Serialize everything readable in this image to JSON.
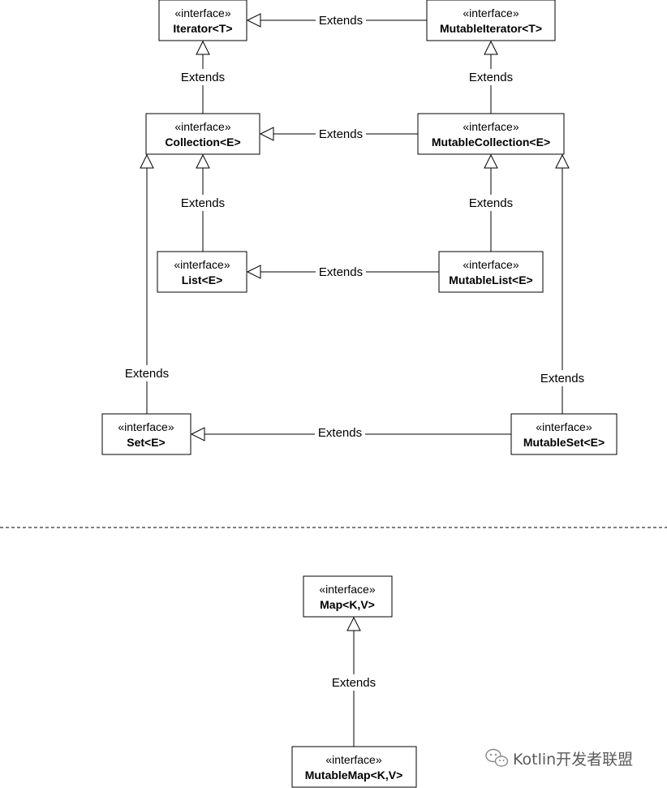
{
  "interfaces": {
    "iterator": {
      "stereotype": "«interface»",
      "name": "Iterator<T>"
    },
    "mutable_iterator": {
      "stereotype": "«interface»",
      "name": "MutableIterator<T>"
    },
    "collection": {
      "stereotype": "«interface»",
      "name": "Collection<E>"
    },
    "mutable_collection": {
      "stereotype": "«interface»",
      "name": "MutableCollection<E>"
    },
    "list": {
      "stereotype": "«interface»",
      "name": "List<E>"
    },
    "mutable_list": {
      "stereotype": "«interface»",
      "name": "MutableList<E>"
    },
    "set": {
      "stereotype": "«interface»",
      "name": "Set<E>"
    },
    "mutable_set": {
      "stereotype": "«interface»",
      "name": "MutableSet<E>"
    },
    "map": {
      "stereotype": "«interface»",
      "name": "Map<K,V>"
    },
    "mutable_map": {
      "stereotype": "«interface»",
      "name": "MutableMap<K,V>"
    }
  },
  "edges": [
    {
      "from": "mutable_iterator",
      "to": "iterator",
      "label": "Extends"
    },
    {
      "from": "collection",
      "to": "iterator",
      "label": "Extends"
    },
    {
      "from": "mutable_collection",
      "to": "mutable_iterator",
      "label": "Extends"
    },
    {
      "from": "mutable_collection",
      "to": "collection",
      "label": "Extends"
    },
    {
      "from": "list",
      "to": "collection",
      "label": "Extends"
    },
    {
      "from": "mutable_list",
      "to": "mutable_collection",
      "label": "Extends"
    },
    {
      "from": "mutable_list",
      "to": "list",
      "label": "Extends"
    },
    {
      "from": "set",
      "to": "collection",
      "label": "Extends"
    },
    {
      "from": "mutable_set",
      "to": "mutable_collection",
      "label": "Extends"
    },
    {
      "from": "mutable_set",
      "to": "set",
      "label": "Extends"
    },
    {
      "from": "mutable_map",
      "to": "map",
      "label": "Extends"
    }
  ],
  "watermark": {
    "text": "Kotlin开发者联盟",
    "icon": "wechat-icon"
  }
}
